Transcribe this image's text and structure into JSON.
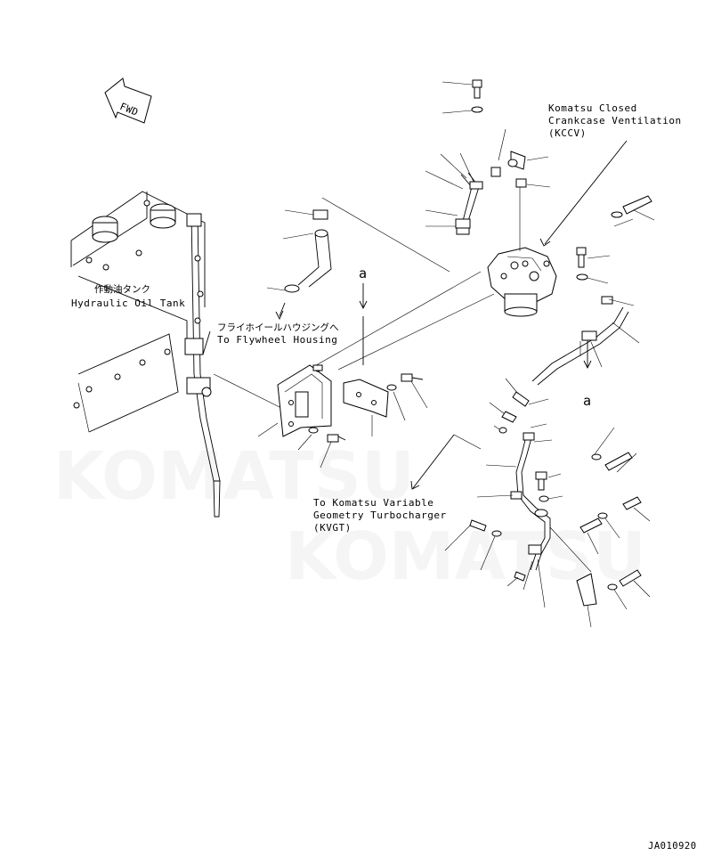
{
  "fwd_label": "FWD",
  "labels": {
    "hydraulic_tank_jp": "作動油タンク",
    "hydraulic_tank_en": "Hydraulic Oil Tank",
    "flywheel_jp": "フライホイールハウジングへ",
    "flywheel_en": "To Flywheel Housing",
    "kccv_line1": "Komatsu Closed",
    "kccv_line2": "Crankcase Ventilation",
    "kccv_line3": "(KCCV)",
    "kvgt_line1": "To Komatsu Variable",
    "kvgt_line2": "Geometry Turbocharger",
    "kvgt_line3": "(KVGT)",
    "ref_a": "a",
    "ref_a_2": "a"
  },
  "watermark": "KOMATSU",
  "figure_id": "JA010920"
}
